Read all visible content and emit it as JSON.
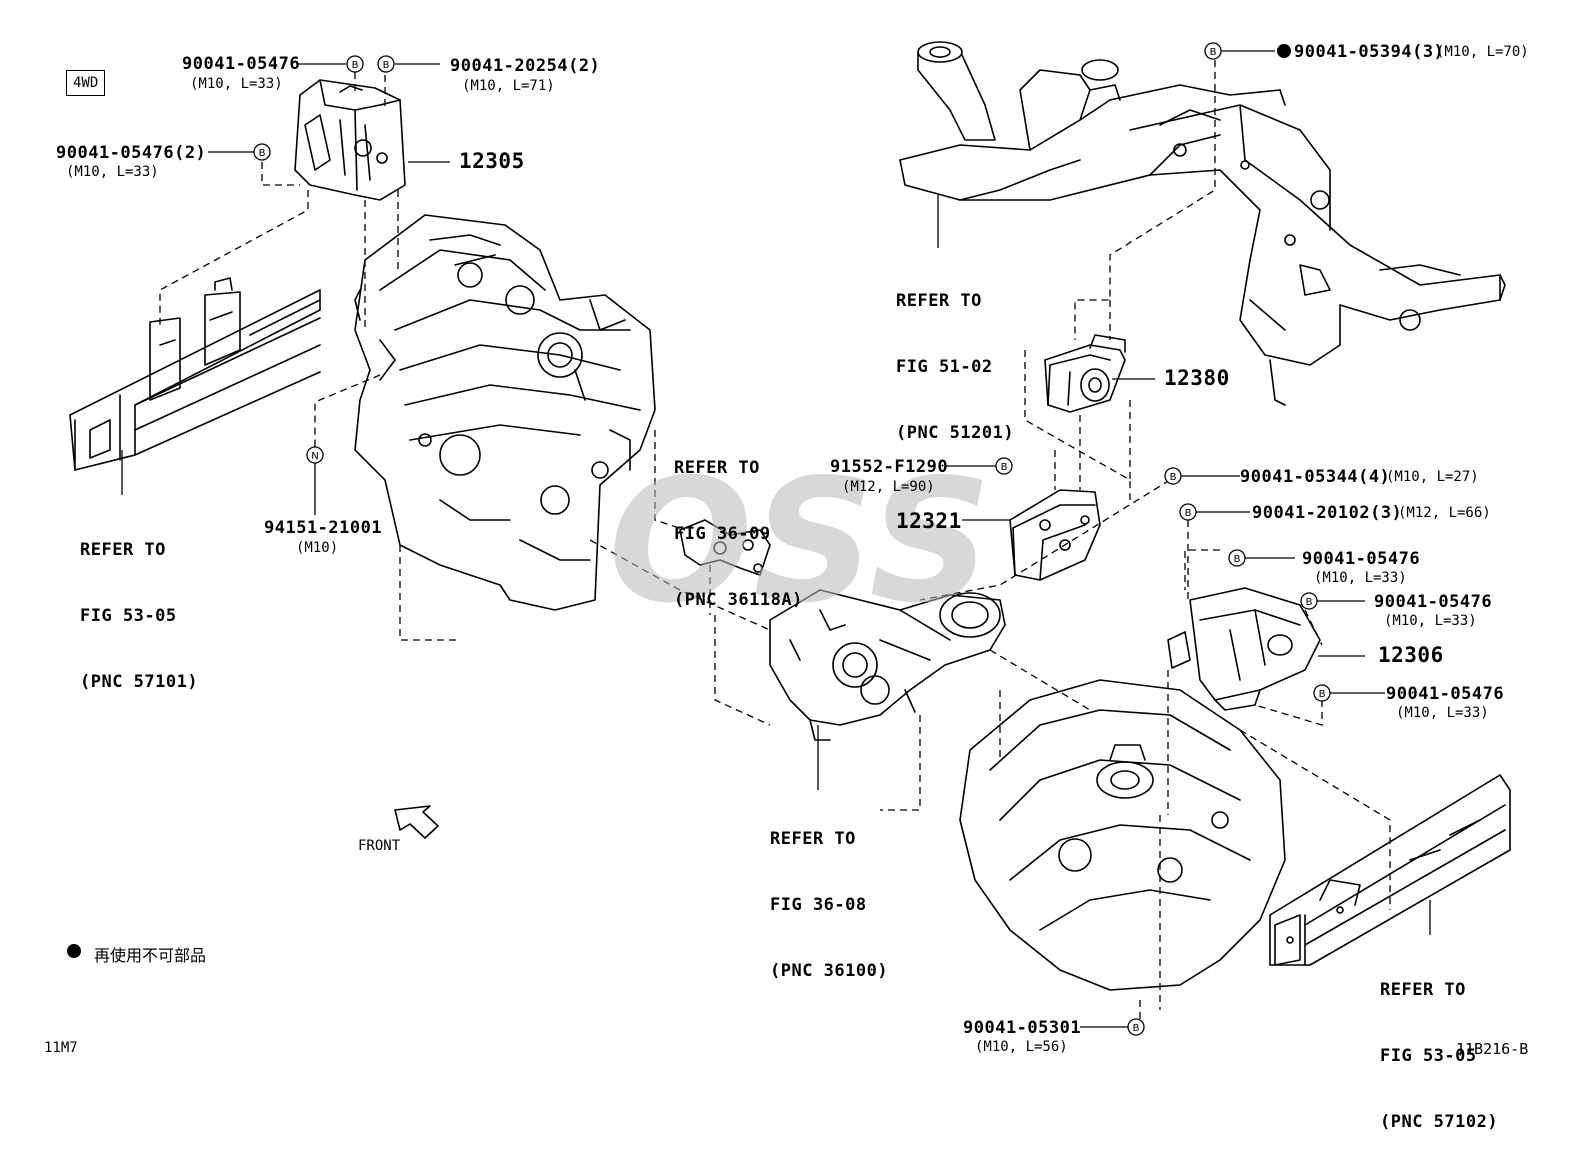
{
  "badge_4wd": "4WD",
  "front_label": "FRONT",
  "legend": {
    "text": "再使用不可部品"
  },
  "footer_left": "11M7",
  "footer_right": "11B216-B",
  "watermark": "OSS",
  "callouts": {
    "b1": {
      "part": "90041-05476",
      "spec": "(M10, L=33)"
    },
    "b2": {
      "part": "90041-20254(2)",
      "spec": "(M10, L=71)"
    },
    "b3": {
      "part": "90041-05476(2)",
      "spec": "(M10, L=33)"
    },
    "b4": {
      "part": "90041-05394(3)",
      "spec": "(M10, L=70)"
    },
    "b5": {
      "part": "91552-F1290",
      "spec": "(M12, L=90)"
    },
    "b6": {
      "part": "90041-05344(4)",
      "spec": "(M10, L=27)"
    },
    "b7": {
      "part": "90041-20102(3)",
      "spec": "(M12, L=66)"
    },
    "b8": {
      "part": "90041-05476",
      "spec": "(M10, L=33)"
    },
    "b9": {
      "part": "90041-05476",
      "spec": "(M10, L=33)"
    },
    "b10": {
      "part": "90041-05476",
      "spec": "(M10, L=33)"
    },
    "b11": {
      "part": "90041-05301",
      "spec": "(M10, L=56)"
    },
    "n1": {
      "part": "94151-21001",
      "spec": "(M10)"
    }
  },
  "marker_b": "B",
  "marker_n": "N",
  "parts": {
    "p12305": "12305",
    "p12380": "12380",
    "p12321": "12321",
    "p12306": "12306"
  },
  "refs": {
    "r1": {
      "line1": "REFER TO",
      "line2": "FIG 53-05",
      "line3": "(PNC 57101)"
    },
    "r2": {
      "line1": "REFER TO",
      "line2": "FIG 51-02",
      "line3": "(PNC 51201)"
    },
    "r3": {
      "line1": "REFER TO",
      "line2": "FIG 36-09",
      "line3": "(PNC 36118A)"
    },
    "r4": {
      "line1": "REFER TO",
      "line2": "FIG 36-08",
      "line3": "(PNC 36100)"
    },
    "r5": {
      "line1": "REFER TO",
      "line2": "FIG 53-05",
      "line3": "(PNC 57102)"
    }
  }
}
